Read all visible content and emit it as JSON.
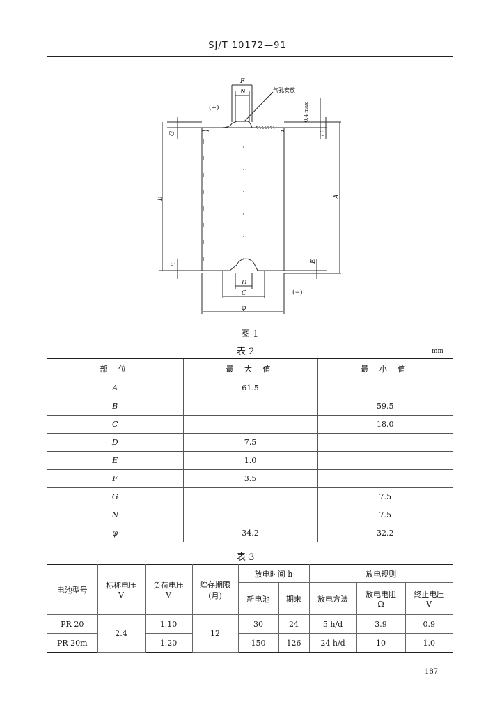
{
  "header": {
    "standard_code": "SJ/T 10172—91"
  },
  "figure": {
    "caption": "图 1",
    "labels": {
      "F": "F",
      "N": "N",
      "pos_terminal": "(+)",
      "neg_terminal": "(−)",
      "pressure_relief": "气孔安放",
      "dim_04": "0.4 max",
      "G": "G",
      "B": "B",
      "A": "A",
      "E": "E",
      "D": "D",
      "C": "C",
      "phi": "φ"
    }
  },
  "table2": {
    "caption": "表 2",
    "unit": "mm",
    "headers": [
      "部  位",
      "最 大 值",
      "最 小 值"
    ],
    "rows": [
      [
        "A",
        "61.5",
        ""
      ],
      [
        "B",
        "",
        "59.5"
      ],
      [
        "C",
        "",
        "18.0"
      ],
      [
        "D",
        "7.5",
        ""
      ],
      [
        "E",
        "1.0",
        ""
      ],
      [
        "F",
        "3.5",
        ""
      ],
      [
        "G",
        "",
        "7.5"
      ],
      [
        "N",
        "",
        "7.5"
      ],
      [
        "φ",
        "34.2",
        "32.2"
      ]
    ]
  },
  "table3": {
    "caption": "表 3",
    "headers": {
      "model": "电池型号",
      "nominal_voltage": "标称电压",
      "nominal_voltage_unit": "V",
      "load_voltage": "负荷电压",
      "load_voltage_unit": "V",
      "storage": "贮存期限",
      "storage_unit": "(月)",
      "discharge_time": "放电时间  h",
      "new_battery": "新电池",
      "expired": "期末",
      "discharge_rules": "放电规则",
      "discharge_method": "放电方法",
      "discharge_resistance": "放电电阻",
      "discharge_resistance_unit": "Ω",
      "end_voltage": "终止电压",
      "end_voltage_unit": "V"
    },
    "shared": {
      "nominal_voltage": "2.4",
      "storage_months": "12"
    },
    "rows": [
      {
        "model": "PR 20",
        "load_voltage": "1.10",
        "new": "30",
        "end": "24",
        "method": "5 h/d",
        "resistance": "3.9",
        "end_voltage": "0.9"
      },
      {
        "model": "PR 20m",
        "load_voltage": "1.20",
        "new": "150",
        "end": "126",
        "method": "24 h/d",
        "resistance": "10",
        "end_voltage": "1.0"
      }
    ]
  },
  "page_number": "187"
}
